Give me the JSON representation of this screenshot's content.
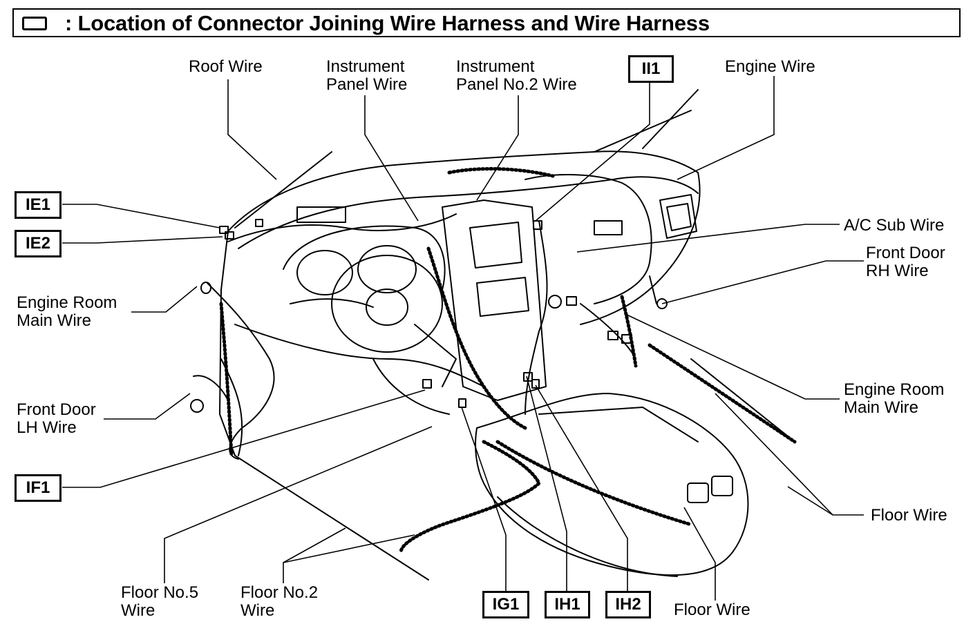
{
  "title": ": Location of Connector Joining Wire Harness and Wire Harness",
  "icons": {
    "title_box": "connector-box-icon"
  },
  "labels": {
    "roof_wire": "Roof Wire",
    "instrument_panel_wire_1": "Instrument",
    "instrument_panel_wire_2": "Panel Wire",
    "instrument_panel_no2_1": "Instrument",
    "instrument_panel_no2_2": "Panel No.2 Wire",
    "engine_wire": "Engine Wire",
    "ac_sub_wire": "A/C Sub Wire",
    "front_door_rh_1": "Front Door",
    "front_door_rh_2": "RH Wire",
    "engine_room_main_left_1": "Engine Room",
    "engine_room_main_left_2": "Main Wire",
    "front_door_lh_1": "Front Door",
    "front_door_lh_2": "LH Wire",
    "engine_room_main_right_1": "Engine Room",
    "engine_room_main_right_2": "Main Wire",
    "floor_wire_right": "Floor Wire",
    "floor_no5_1": "Floor No.5",
    "floor_no5_2": "Wire",
    "floor_no2_1": "Floor No.2",
    "floor_no2_2": "Wire",
    "floor_wire_bottom": "Floor Wire"
  },
  "codes": {
    "ie1": "IE1",
    "ie2": "IE2",
    "if1": "IF1",
    "ig1": "IG1",
    "ih1": "IH1",
    "ih2": "IH2",
    "ii1": "II1"
  }
}
